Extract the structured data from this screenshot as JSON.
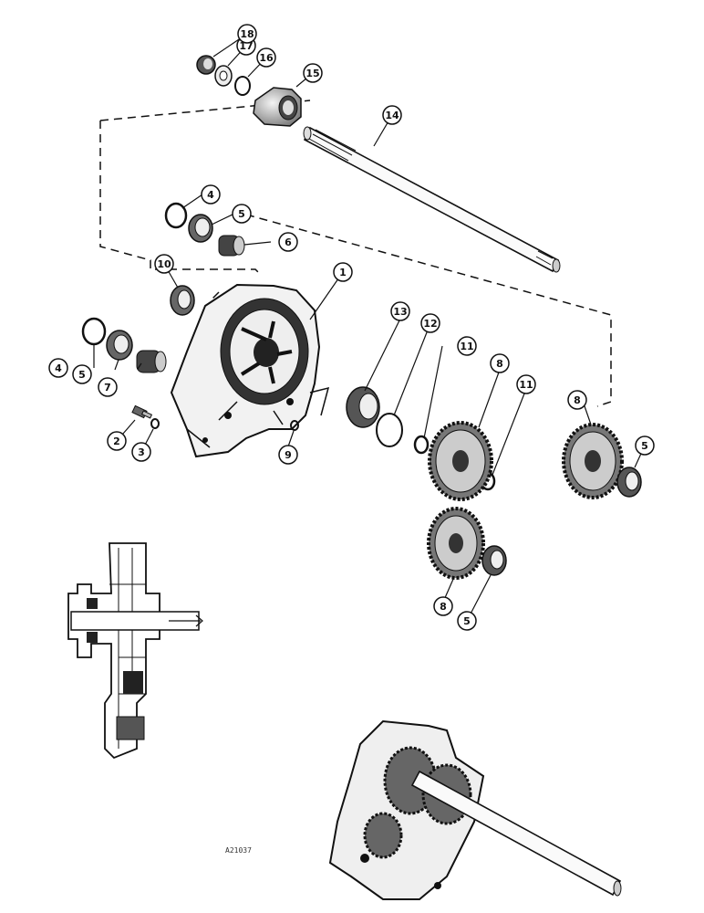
{
  "figure_code": "A21037",
  "callouts": {
    "c1": "1",
    "c2": "2",
    "c3": "3",
    "c4a": "4",
    "c4b": "4",
    "c5a": "5",
    "c5b": "5",
    "c5c": "5",
    "c5d": "5",
    "c6": "6",
    "c7": "7",
    "c8a": "8",
    "c8b": "8",
    "c8c": "8",
    "c9": "9",
    "c10": "10",
    "c11a": "11",
    "c11b": "11",
    "c12": "12",
    "c13": "13",
    "c14": "14",
    "c15": "15",
    "c16": "16",
    "c17": "17",
    "c18": "18"
  },
  "colors": {
    "ink": "#111111",
    "paper": "#ffffff"
  }
}
